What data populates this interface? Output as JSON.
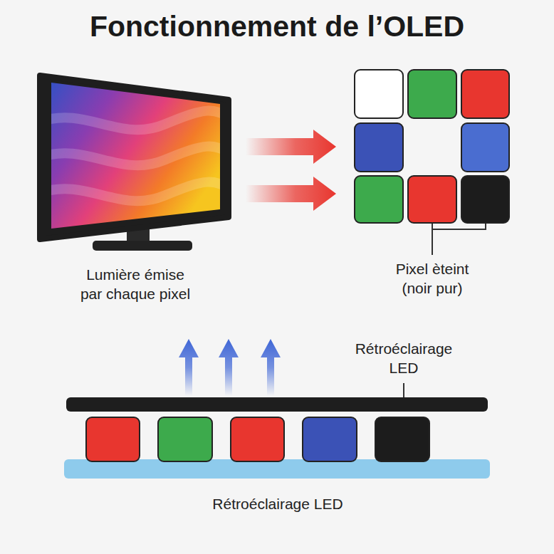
{
  "diagram": {
    "title": "Fonctionnement de l’OLED",
    "labels": [
      "Lumière émise par chaque pixel",
      "Pixel èteint (noir pur)",
      "Rétroéclairage LED",
      "Rétroéclairage LED"
    ]
  }
}
